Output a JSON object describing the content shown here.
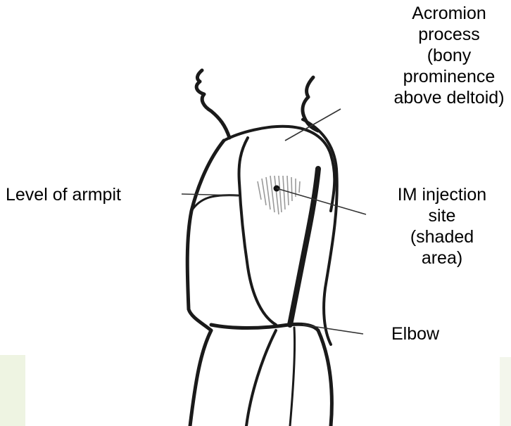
{
  "labels": {
    "acromion": [
      "Acromion",
      "process",
      "(bony",
      "prominence",
      "above deltoid)"
    ],
    "armpit": "Level of armpit",
    "im_site": [
      "IM injection",
      "site",
      "(shaded",
      "area)"
    ],
    "elbow": "Elbow"
  },
  "colors": {
    "line": "#1a1a1a",
    "shading": "#9a9a9a",
    "leader": "#333333",
    "background_accent": "#e8f0d8"
  }
}
